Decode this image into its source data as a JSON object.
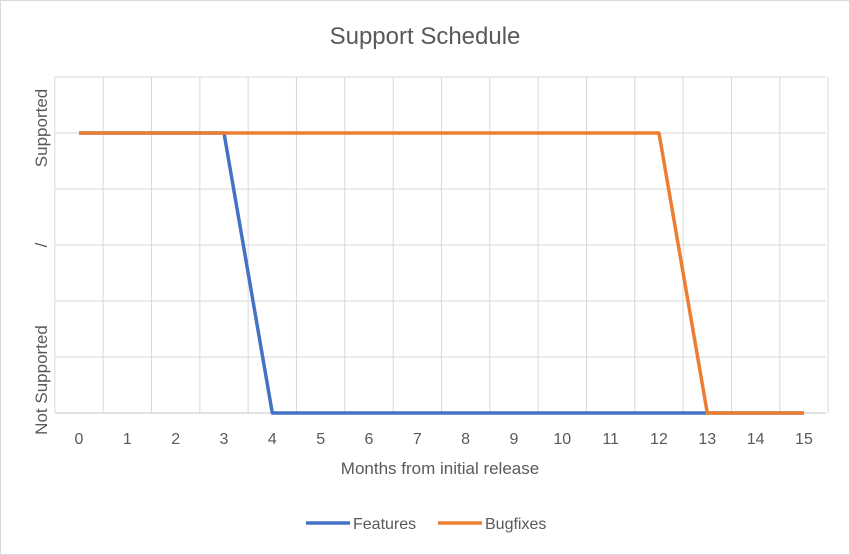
{
  "chart_data": {
    "type": "line",
    "title": "Support Schedule",
    "xlabel": "Months from initial release",
    "ylabel_lines": [
      "Not Supported",
      "/",
      "Supported"
    ],
    "categories": [
      "0",
      "1",
      "2",
      "3",
      "4",
      "5",
      "6",
      "7",
      "8",
      "9",
      "10",
      "11",
      "12",
      "13",
      "14",
      "15"
    ],
    "ylim": [
      0,
      1
    ],
    "grid": true,
    "legend": "bottom",
    "series": [
      {
        "name": "Features",
        "color": "#4472c4",
        "values": [
          1,
          1,
          1,
          1,
          0,
          0,
          0,
          0,
          0,
          0,
          0,
          0,
          0,
          0,
          0,
          0
        ]
      },
      {
        "name": "Bugfixes",
        "color": "#ed7d31",
        "values": [
          1,
          1,
          1,
          1,
          1,
          1,
          1,
          1,
          1,
          1,
          1,
          1,
          1,
          0,
          0,
          0
        ]
      }
    ]
  }
}
